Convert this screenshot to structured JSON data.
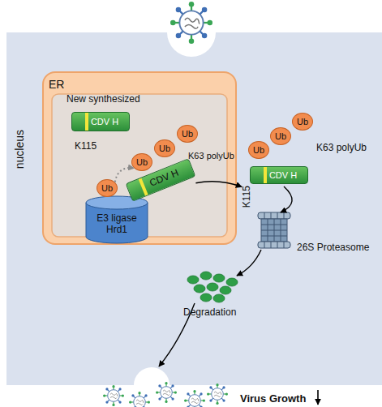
{
  "diagram": {
    "nodes": [
      {
        "text": [
          "nucleus"
        ]
      },
      {
        "text": [
          "ER"
        ],
        "in": 0
      },
      {
        "text": [
          "New synthesized",
          "CDV H",
          "K115"
        ],
        "in": 1
      },
      {
        "text": [
          "Ub"
        ],
        "in": 1
      },
      {
        "text": [
          "Ub"
        ],
        "in": 1
      },
      {
        "text": [
          "Ub"
        ],
        "in": 1
      },
      {
        "text": [
          "Ub"
        ],
        "in": 1
      },
      {
        "text": [
          "CDV H"
        ],
        "in": 1
      },
      {
        "text": [
          "E3 ligase Hrd1"
        ],
        "in": 1
      },
      {
        "text": [
          "Ub"
        ],
        "in": 0
      },
      {
        "text": [
          "Ub"
        ],
        "in": 0
      },
      {
        "text": [
          "Ub"
        ],
        "in": 0
      },
      {
        "text": [
          "CDV H",
          "K115"
        ],
        "in": 0
      }
    ],
    "edges": [
      {
        "from": 3,
        "to": 4,
        "arrow": "to"
      },
      {
        "from": 7,
        "to": 12,
        "arrow": "to"
      }
    ],
    "labels": [
      "K63 polyUb",
      "K63 polyUb",
      "26S Proteasome",
      "Degradation",
      "Virus Growth"
    ]
  }
}
